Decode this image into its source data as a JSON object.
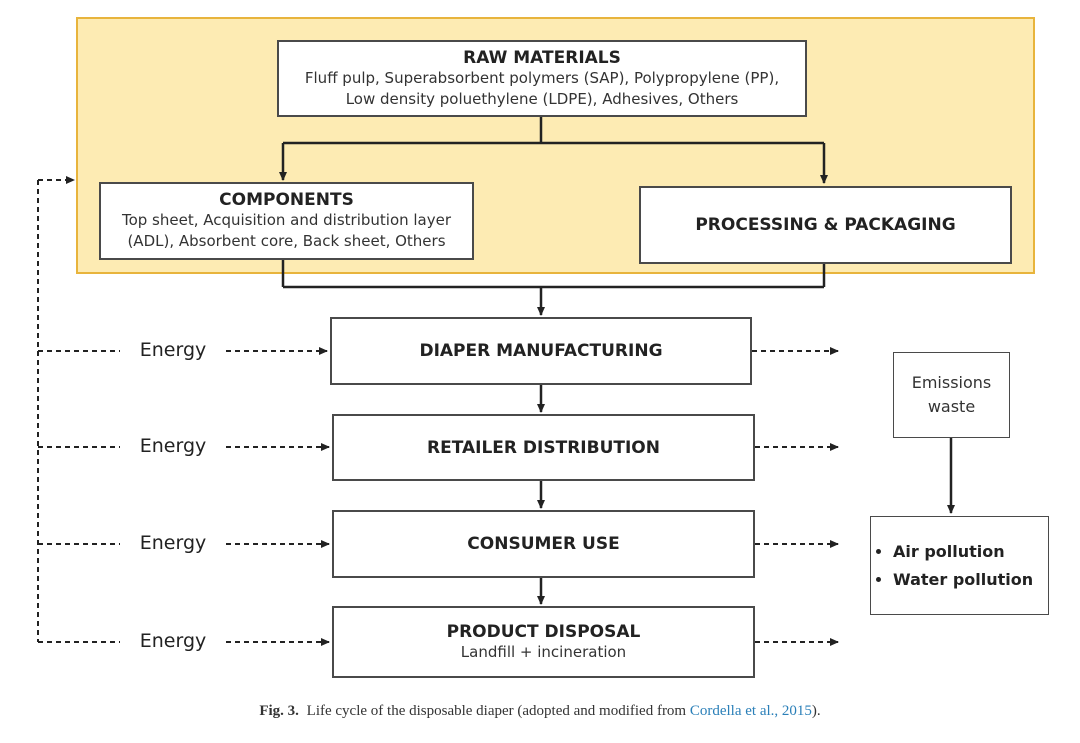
{
  "raw_materials": {
    "title": "RAW MATERIALS",
    "line1": "Fluff pulp, Superabsorbent polymers (SAP), Polypropylene (PP),",
    "line2": "Low density poluethylene (LDPE), Adhesives, Others"
  },
  "components": {
    "title": "COMPONENTS",
    "line1": "Top sheet, Acquisition and distribution layer",
    "line2": "(ADL), Absorbent core, Back sheet, Others"
  },
  "processing": {
    "title": "PROCESSING & PACKAGING"
  },
  "stages": [
    {
      "title": "DIAPER MANUFACTURING",
      "sub": ""
    },
    {
      "title": "RETAILER DISTRIBUTION",
      "sub": ""
    },
    {
      "title": "CONSUMER USE",
      "sub": ""
    },
    {
      "title": "PRODUCT DISPOSAL",
      "sub": "Landfill + incineration"
    }
  ],
  "energy_label": "Energy",
  "emissions": {
    "line1": "Emissions",
    "line2": "waste"
  },
  "pollution": [
    "Air pollution",
    "Water pollution"
  ],
  "caption": {
    "fig": "Fig. 3.",
    "text": "Life cycle of the disposable diaper (adopted and modified from ",
    "cite": "Cordella et al., 2015",
    "end": ")."
  },
  "colors": {
    "highlight": "#fdebb3",
    "highlight_border": "#e8b43c",
    "line": "#222222",
    "cite": "#2a7fb8"
  }
}
